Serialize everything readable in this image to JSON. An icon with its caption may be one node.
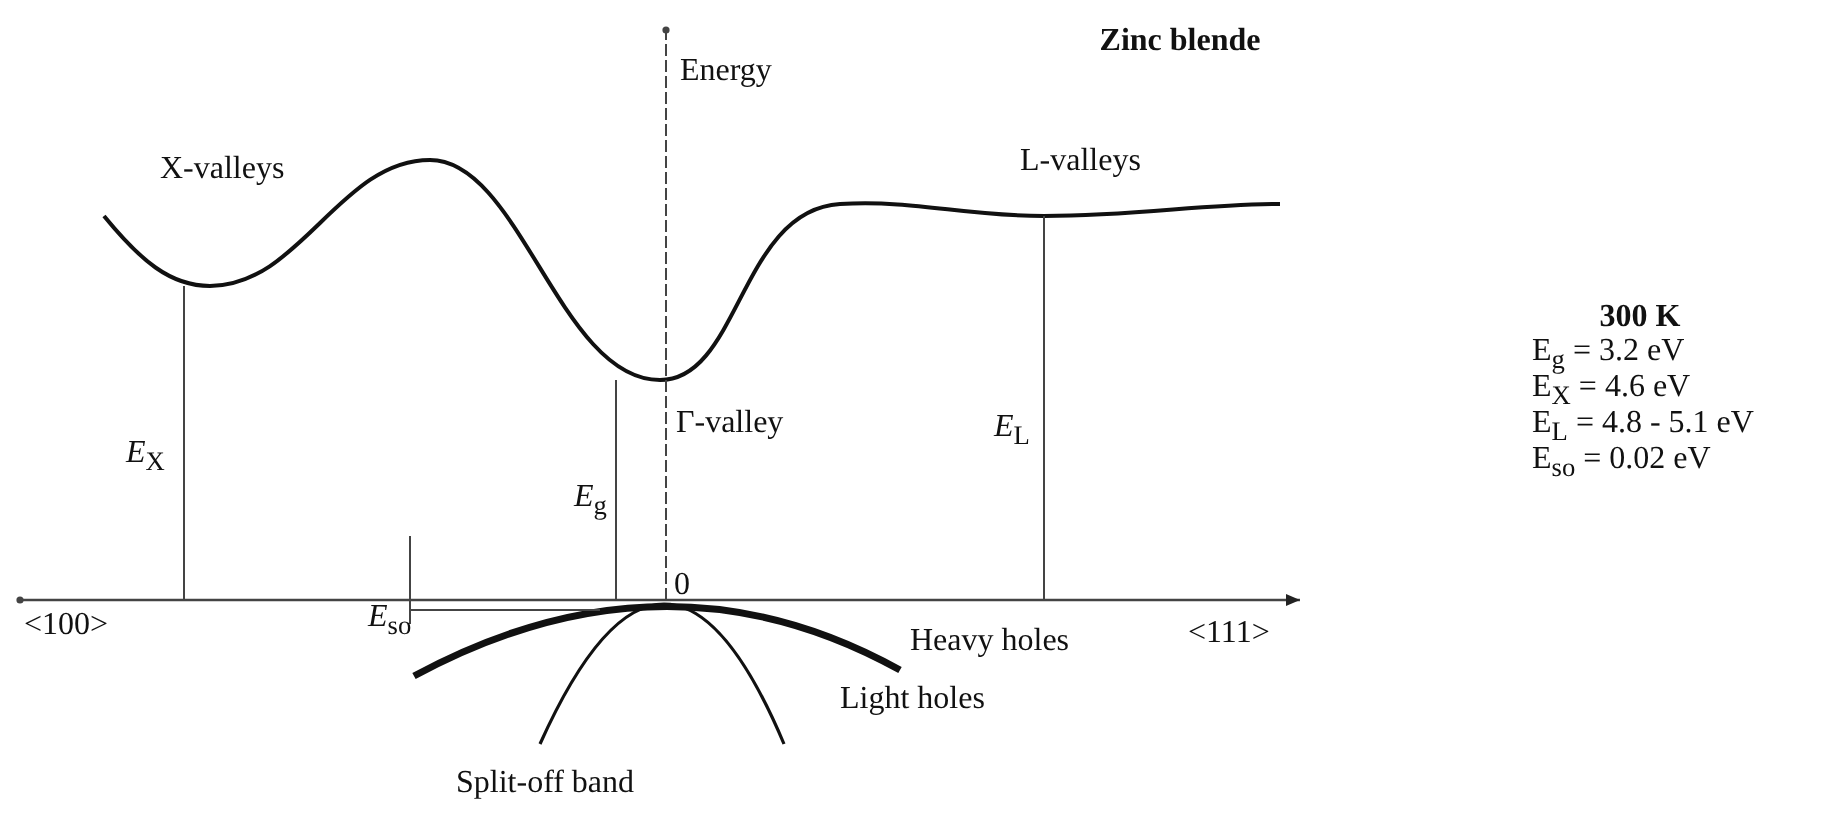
{
  "diagram": {
    "title": "Zinc blende",
    "labels": [
      "Energy",
      "X-valleys",
      "L-valleys",
      "Γ-valley",
      "*E*$_{X}$",
      "*E*$_{g}$",
      "*E*$_{L}$",
      "0",
      "<100>",
      "<111>",
      "*E*$_{so}$",
      "Heavy holes",
      "Light holes",
      "Split-off band",
      "300 K",
      "E$_{g}$ = 3.2 eV",
      "E$_{X}$ = 4.6 eV",
      "E$_{L}$ = 4.8 - 5.1 eV",
      "E$_{so}$ = 0.02 eV"
    ]
  }
}
